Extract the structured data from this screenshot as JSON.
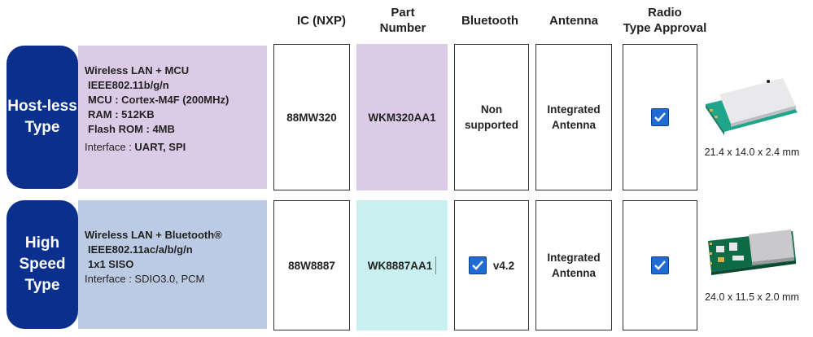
{
  "headers": {
    "ic": "IC (NXP)",
    "part_line1": "Part",
    "part_line2": "Number",
    "bluetooth": "Bluetooth",
    "antenna": "Antenna",
    "radio_line1": "Radio",
    "radio_line2": "Type Approval"
  },
  "rows": [
    {
      "type_line1": "Host-less",
      "type_line2": "Type",
      "spec_title": "Wireless LAN + MCU",
      "spec_lines": [
        "IEEE802.11b/g/n",
        "MCU : Cortex-M4F (200MHz)",
        "RAM : 512KB",
        "Flash ROM : 4MB"
      ],
      "interface_label": "Interface : ",
      "interface_value": "UART, SPI",
      "ic": "88MW320",
      "part_number": "WKM320AA1",
      "bluetooth_line1": "Non",
      "bluetooth_line2": "supported",
      "antenna_line1": "Integrated",
      "antenna_line2": "Antenna",
      "dimensions": "21.4 x 14.0 x 2.4 mm"
    },
    {
      "type_line1": "High",
      "type_line2": "Speed",
      "type_line3": "Type",
      "spec_title": "Wireless LAN + Bluetooth®",
      "spec_line1": "IEEE802.11ac/a/b/g/n",
      "spec_line2": "1x1 SISO",
      "interface": "Interface : SDIO3.0, PCM",
      "ic": "88W8887",
      "part_number": "WK8887AA1",
      "bluetooth": "v4.2",
      "antenna_line1": "Integrated",
      "antenna_line2": "Antenna",
      "dimensions": "24.0 x 11.5 x 2.0 mm"
    }
  ],
  "colors": {
    "type_label_bg": "#0a2f8c",
    "row1_spec_bg": "#dccbe6",
    "row2_spec_bg": "#bccbe4",
    "row1_part_bg": "#dccbe6",
    "row2_part_bg": "#c8f0f0",
    "checkbox": "#1f6bd1"
  }
}
